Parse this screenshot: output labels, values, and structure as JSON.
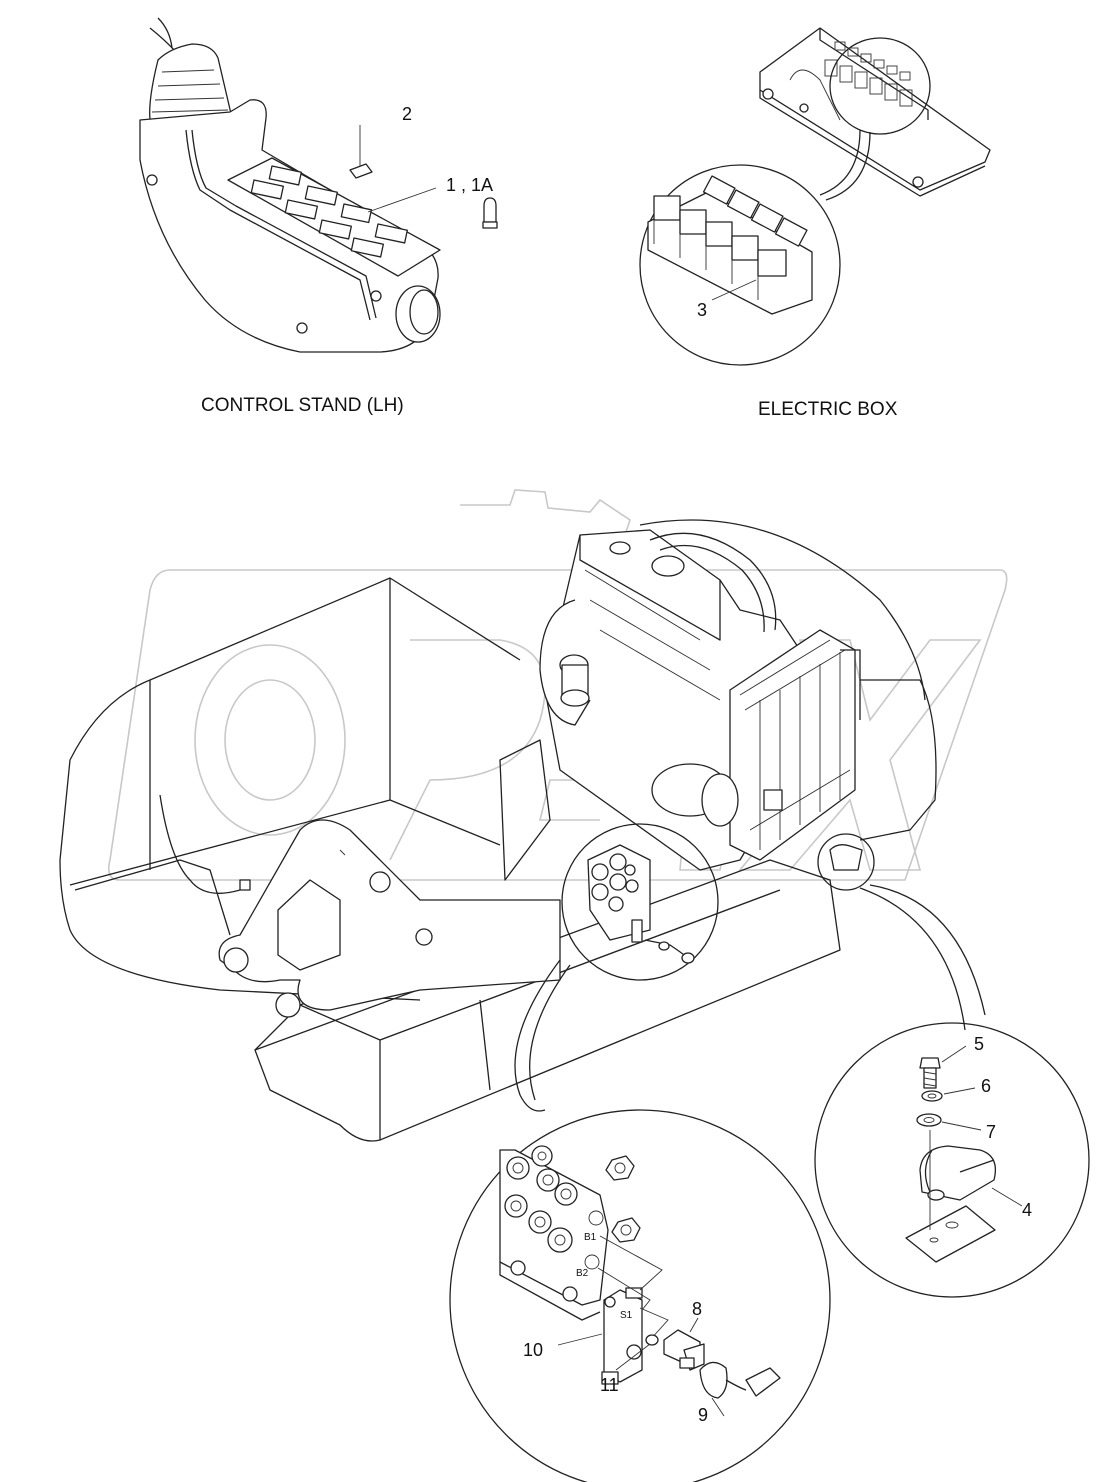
{
  "captions": {
    "control_stand": "CONTROL STAND (LH)",
    "electric_box": "ELECTRIC BOX"
  },
  "callouts": {
    "c2": "2",
    "c1_1a": "1 , 1A",
    "c3": "3",
    "c5": "5",
    "c6": "6",
    "c7": "7",
    "c4": "4",
    "c8": "8",
    "c10": "10",
    "c11": "11",
    "c9": "9"
  },
  "port_labels": {
    "b1": "B1",
    "b2": "B2",
    "s1": "S1"
  }
}
